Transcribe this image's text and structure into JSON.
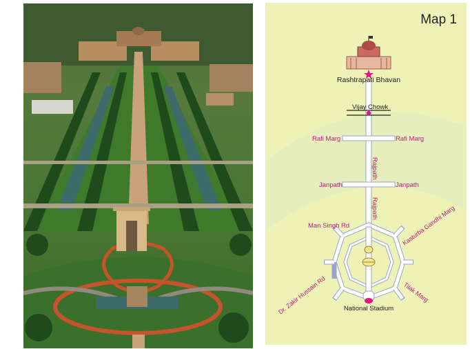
{
  "map": {
    "title": "Map 1",
    "labels": {
      "rashtrapati_bhavan": "Rashtrapati Bhavan",
      "vijay_chowk": "Vijay Chowk",
      "rafi_marg_left": "Rafi Marg",
      "rafi_marg_right": "Rafi Marg",
      "rajpath_upper": "Rajpath",
      "rajpath_lower": "Rajpath",
      "janpath_left": "Janpath",
      "janpath_right": "Janpath",
      "man_singh_rd": "Man Singh Rd",
      "kasturba_gandhi_marg": "Kasturba Gandhi Marg",
      "dr_zakir_hussain_rd": "Dr. Zakir Hussain Rd",
      "tilak_marg": "Tilak Marg",
      "national_stadium": "National Stadium"
    },
    "colors": {
      "background": "#eef2b6",
      "road_fill": "#ffffff",
      "road_outline": "#9aa3c9",
      "label_road": "#c0187e",
      "label_place": "#222222",
      "marker": "#e0177e"
    }
  },
  "photo": {
    "colors": {
      "sky_haze": "#5f7a46",
      "lawn": "#3f7a2a",
      "trees": "#1f4a1c",
      "water": "#3f6a6a",
      "road": "#c9a27b",
      "path_red": "#c5532b",
      "monument": "#d9b98a"
    }
  }
}
